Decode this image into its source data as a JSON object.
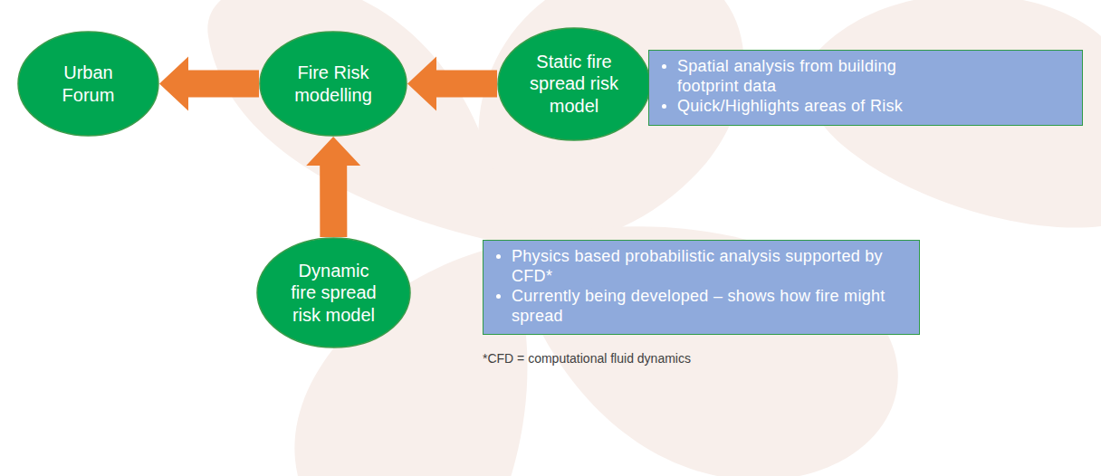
{
  "diagram": {
    "nodes": [
      {
        "text": [
          "Urban Forum"
        ]
      },
      {
        "text": [
          "Fire Risk modelling"
        ]
      },
      {
        "text": [
          "Static fire spread risk model"
        ]
      },
      {
        "text": [
          "Spatial analysis from building footprint data",
          "Quick/Highlights areas of Risk"
        ]
      },
      {
        "text": [
          "Dynamic fire spread risk model"
        ]
      },
      {
        "text": [
          "Physics based probabilistic analysis supported by CFD*",
          "Currently being developed – shows how fire might spread"
        ]
      }
    ],
    "edges": [
      {
        "from": 2,
        "to": 1,
        "arrow": "to"
      },
      {
        "from": 1,
        "to": 0,
        "arrow": "to"
      },
      {
        "from": 4,
        "to": 1,
        "arrow": "to"
      }
    ],
    "labels": [
      "*CFD = computational fluid dynamics"
    ]
  }
}
